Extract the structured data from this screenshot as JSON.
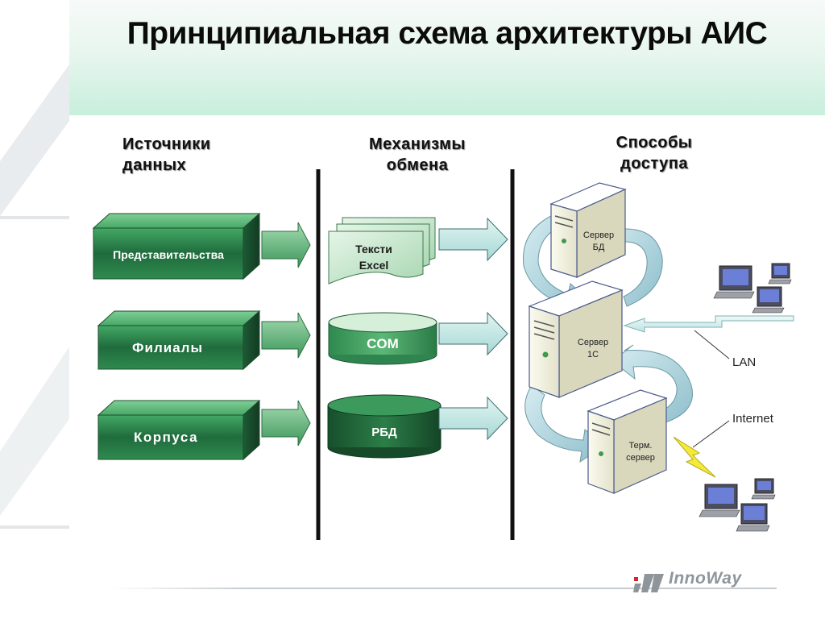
{
  "title": "Принципиальная схема архитектуры АИС",
  "columns": {
    "sources": "Источники данных",
    "exchange": "Механизмы обмена",
    "access": "Способы доступа"
  },
  "sources": [
    "Представительства",
    "Филиалы",
    "Корпуса"
  ],
  "exchange": {
    "docs": [
      "Тексти",
      "Excel"
    ],
    "com": "COM",
    "rbd": "РБД"
  },
  "servers": {
    "db": [
      "Сервер",
      "БД"
    ],
    "app": [
      "Сервер",
      "1С"
    ],
    "term": [
      "Терм.",
      "сервер"
    ]
  },
  "network": {
    "lan": "LAN",
    "internet": "Internet"
  },
  "logo": "InnoWay",
  "colors": {
    "box_green": "#2f8a4f",
    "box_dark": "#17452a",
    "arrow_green": "#5fb37a",
    "arrow_cyan": "#bfe6e3",
    "cycle_arrow": "#a8cfd9",
    "lightning": "#f3ea3a",
    "logo_red": "#d8262e",
    "logo_gray": "#8e959b"
  }
}
